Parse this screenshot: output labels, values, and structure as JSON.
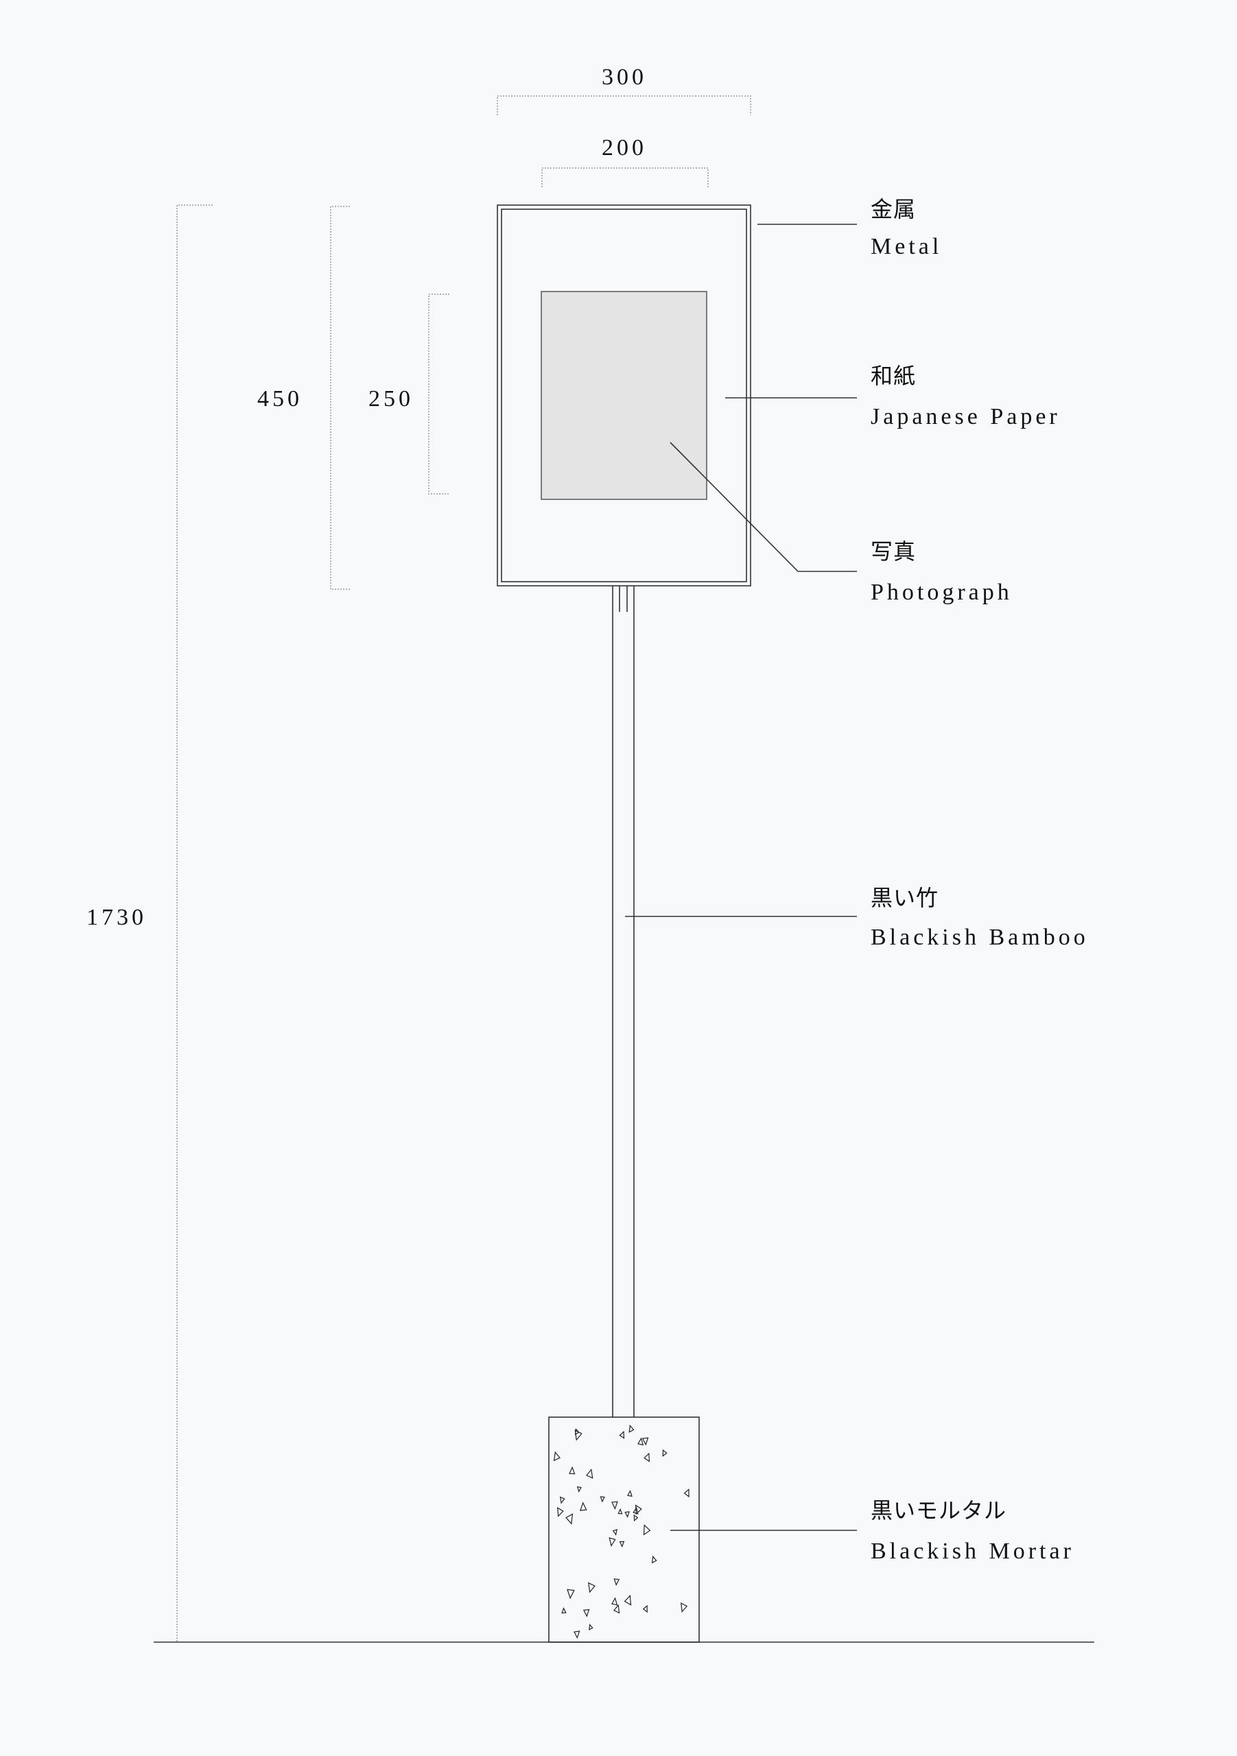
{
  "dimensions": {
    "frame_width": "300",
    "photo_width": "200",
    "frame_height": "450",
    "photo_height": "250",
    "total_height": "1730"
  },
  "labels": {
    "metal": {
      "jp": "金属",
      "en": "Metal"
    },
    "paper": {
      "jp": "和紙",
      "en": "Japanese Paper"
    },
    "photo": {
      "jp": "写真",
      "en": "Photograph"
    },
    "bamboo": {
      "jp": "黒い竹",
      "en": "Blackish Bamboo"
    },
    "mortar": {
      "jp": "黒いモルタル",
      "en": "Blackish Mortar"
    }
  },
  "colors": {
    "background": "#f8f9fb",
    "photo_fill": "#e4e4e4",
    "line": "#333333"
  }
}
